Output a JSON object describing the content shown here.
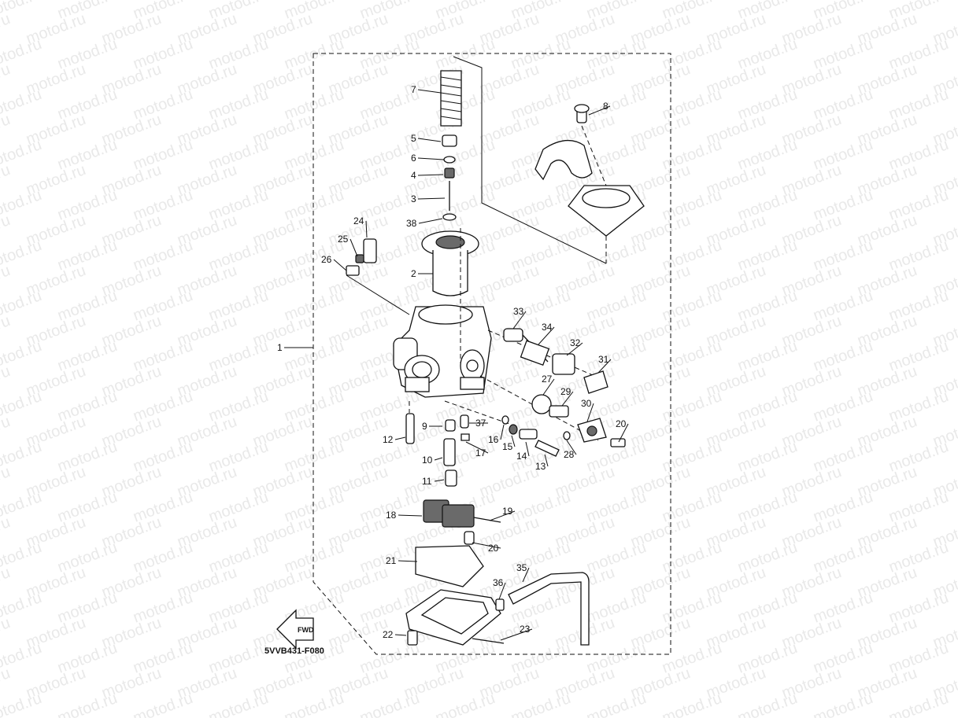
{
  "watermark": {
    "text": "motod.ru"
  },
  "diagram": {
    "code": "5VVB431-F080",
    "fwd_badge": "FWD",
    "callouts": [
      "1",
      "2",
      "3",
      "4",
      "5",
      "6",
      "7",
      "8",
      "9",
      "10",
      "11",
      "12",
      "13",
      "14",
      "15",
      "16",
      "17",
      "18",
      "19",
      "20",
      "20",
      "21",
      "22",
      "23",
      "24",
      "25",
      "26",
      "27",
      "28",
      "29",
      "30",
      "31",
      "32",
      "33",
      "34",
      "35",
      "36",
      "37",
      "38"
    ]
  }
}
